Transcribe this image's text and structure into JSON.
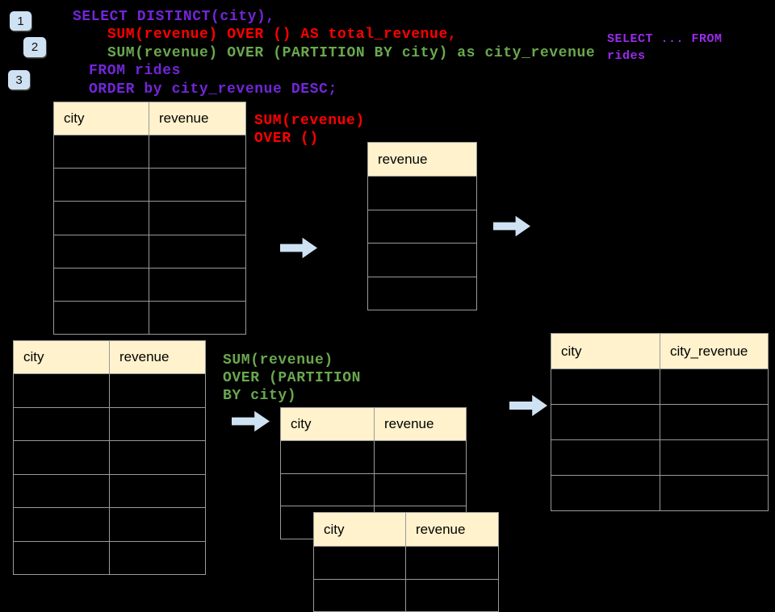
{
  "colors": {
    "background": "#000000",
    "purple": "#7226D9",
    "purple_note": "#9B2BF0",
    "red": "#FF0000",
    "green": "#6AA84F",
    "cream": "#FFF2CC",
    "blue": "#CFE2F3",
    "border": "#9A9A9A"
  },
  "steps": [
    {
      "label": "1"
    },
    {
      "label": "2"
    },
    {
      "label": "3"
    }
  ],
  "code": {
    "lines": [
      {
        "text": "SELECT DISTINCT(city),",
        "color": "purple",
        "indent": 0
      },
      {
        "text": "SUM(revenue) OVER () AS total_revenue,",
        "color": "red",
        "indent": 1
      },
      {
        "text": "SUM(revenue) OVER (PARTITION BY city) as city_revenue",
        "color": "green",
        "indent": 1
      },
      {
        "text": "FROM rides",
        "color": "purple",
        "indent": 2
      },
      {
        "text": "ORDER by city_revenue DESC;",
        "color": "purple",
        "indent": 2
      }
    ]
  },
  "note": {
    "lines": [
      "SELECT ... FROM",
      "rides"
    ]
  },
  "labels": {
    "total": {
      "lines": [
        "SUM(revenue)",
        "OVER ()"
      ]
    },
    "partition": {
      "lines": [
        "SUM(revenue)",
        "OVER (PARTITION",
        "BY city)"
      ]
    }
  },
  "tables": {
    "source_top": {
      "headers": [
        "city",
        "revenue"
      ],
      "rows": 6
    },
    "revenue_only": {
      "headers": [
        "revenue"
      ],
      "rows": 4
    },
    "source_bottom": {
      "headers": [
        "city",
        "revenue"
      ],
      "rows": 6
    },
    "partition_a": {
      "headers": [
        "city",
        "revenue"
      ],
      "rows": 3
    },
    "partition_b": {
      "headers": [
        "city",
        "revenue"
      ],
      "rows": 2
    },
    "result": {
      "headers": [
        "city",
        "city_revenue"
      ],
      "rows": 4
    }
  },
  "icons": {
    "flow_arrow": "right-block-arrow"
  }
}
